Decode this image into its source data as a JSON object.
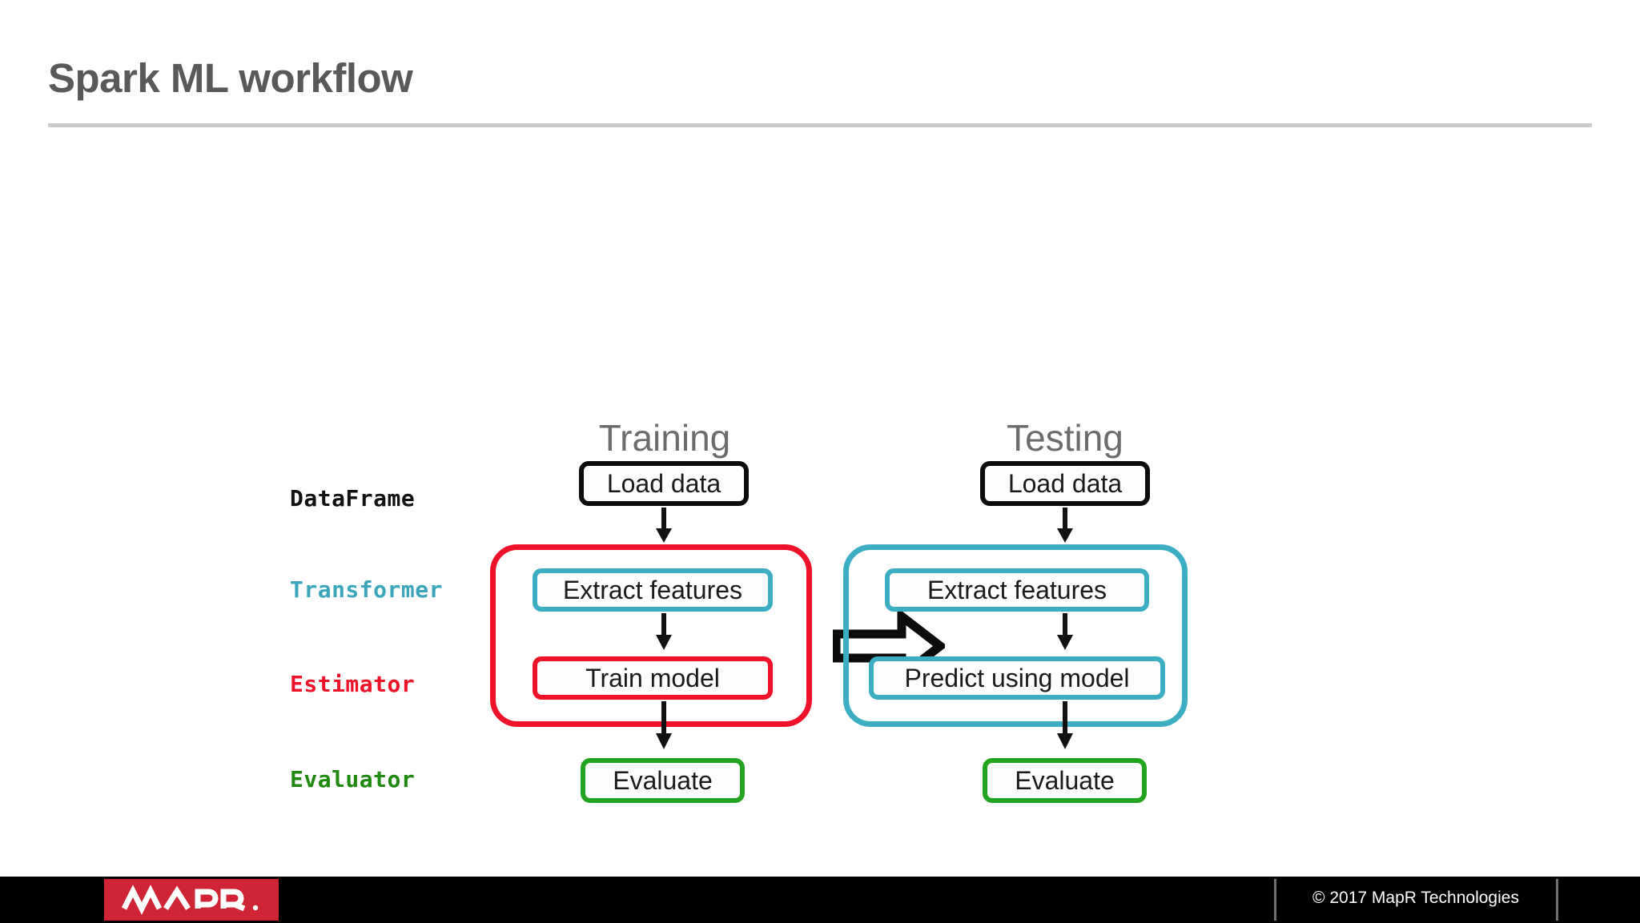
{
  "slide": {
    "title": "Spark ML workflow"
  },
  "diagram": {
    "row_labels": [
      {
        "text": "DataFrame",
        "color": "#111111"
      },
      {
        "text": "Transformer",
        "color": "#3BA5BC"
      },
      {
        "text": "Estimator",
        "color": "#F01228"
      },
      {
        "text": "Evaluator",
        "color": "#1F8A0F"
      }
    ],
    "columns": [
      {
        "heading": "Training",
        "steps": [
          {
            "label": "Load data",
            "border": "#0c0c0c"
          },
          {
            "label": "Extract features",
            "border": "#3BAEC4"
          },
          {
            "label": "Train model",
            "border": "#F01228"
          },
          {
            "label": "Evaluate",
            "border": "#23A420"
          }
        ],
        "group_border": "#F01228"
      },
      {
        "heading": "Testing",
        "steps": [
          {
            "label": "Load data",
            "border": "#0c0c0c"
          },
          {
            "label": "Extract features",
            "border": "#3BAEC4"
          },
          {
            "label": "Predict using model",
            "border": "#3BAEC4"
          },
          {
            "label": "Evaluate",
            "border": "#23A420"
          }
        ],
        "group_border": "#3BAEC4"
      }
    ],
    "flow_arrow": "right-block-arrow"
  },
  "footer": {
    "logo_text": "MAPR",
    "copyright": "© 2017 MapR Technologies",
    "logo_background": "#CE2434",
    "bar_background": "#000000"
  }
}
